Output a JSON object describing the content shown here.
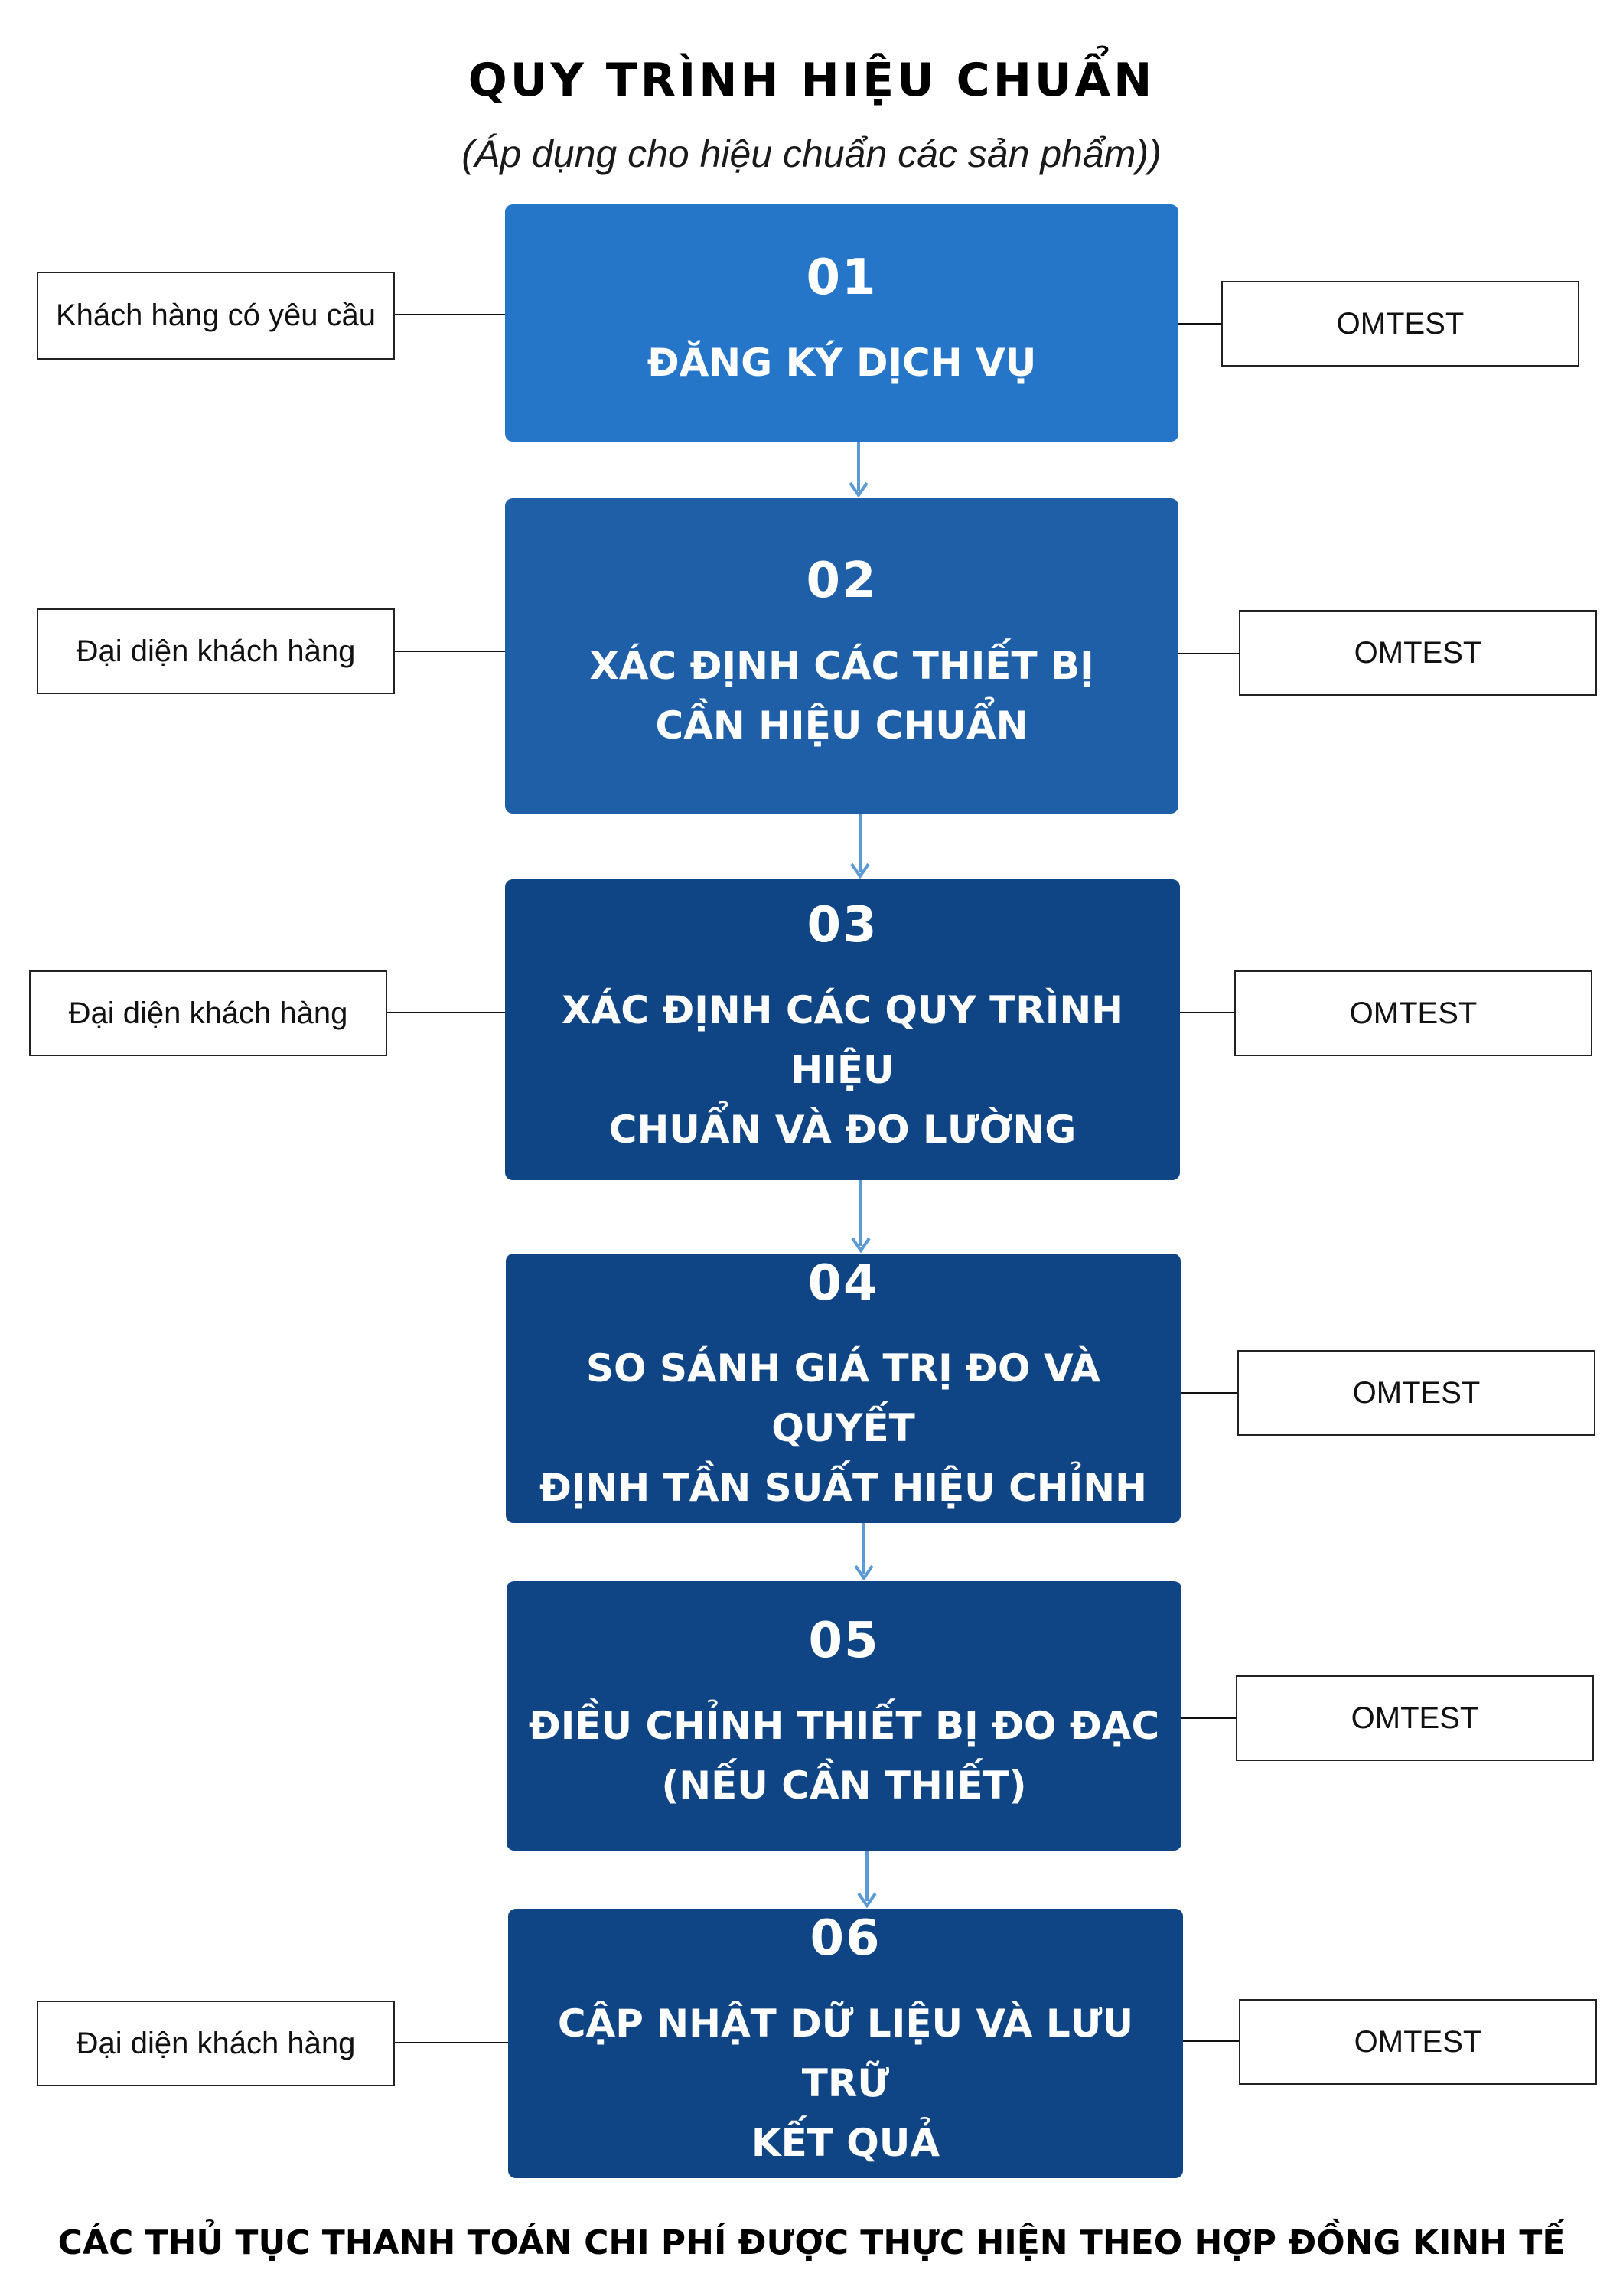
{
  "title": "QUY TRÌNH HIỆU CHUẨN",
  "subtitle": "(Áp dụng cho hiệu chuẩn các sản phẩm))",
  "colors": {
    "step1": "#2575c9",
    "step2": "#1e5fa8",
    "step_dark": "#0f4585",
    "arrow": "#5b9bd5",
    "box_border": "#222222"
  },
  "steps": [
    {
      "number": "01",
      "label": "ĐĂNG KÝ DỊCH VỤ",
      "left_actor": "Khách hàng có yêu cầu",
      "right_actor": "OMTEST"
    },
    {
      "number": "02",
      "label": "XÁC ĐỊNH CÁC THIẾT BỊ\nCẦN HIỆU CHUẨN",
      "left_actor": "Đại diện khách hàng",
      "right_actor": "OMTEST"
    },
    {
      "number": "03",
      "label": "XÁC ĐỊNH CÁC QUY TRÌNH HIỆU\nCHUẨN VÀ ĐO LƯỜNG",
      "left_actor": "Đại diện khách hàng",
      "right_actor": "OMTEST"
    },
    {
      "number": "04",
      "label": "SO SÁNH GIÁ TRỊ ĐO VÀ QUYẾT\nĐỊNH TẦN SUẤT HIỆU CHỈNH",
      "right_actor": "OMTEST"
    },
    {
      "number": "05",
      "label": "ĐIỀU CHỈNH THIẾT BỊ ĐO ĐẠC\n(NẾU CẦN THIẾT)",
      "right_actor": "OMTEST"
    },
    {
      "number": "06",
      "label": "CẬP NHẬT DỮ LIỆU VÀ LƯU TRỮ\nKẾT QUẢ",
      "left_actor": "Đại diện khách hàng",
      "right_actor": "OMTEST"
    }
  ],
  "footer": "CÁC THỦ TỤC THANH TOÁN CHI PHÍ ĐƯỢC THỰC HIỆN THEO HỢP ĐỒNG KINH TẾ"
}
